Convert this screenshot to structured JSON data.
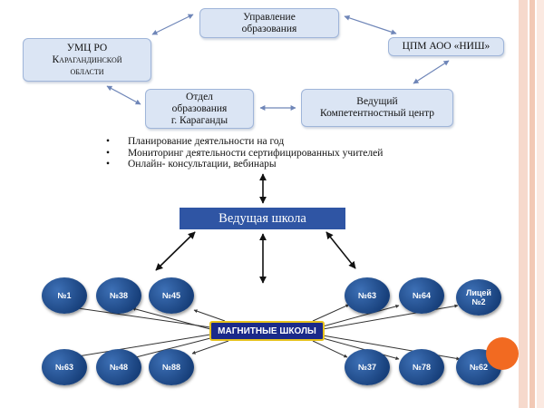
{
  "nodes": {
    "upravlenie": "Управление\nобразования",
    "umc": "УМЦ РО\nКарагандинской\nобласти",
    "cpm": "ЦПМ АОО «НИШ»",
    "otdel": "Отдел\nобразования\nг. Караганды",
    "vedushchiy": "Ведущий\nКомпетентностный центр"
  },
  "tasks": [
    "Планирование деятельности на год",
    "Мониторинг деятельности сертифицированных учителей",
    "Онлайн- консультации, вебинары"
  ],
  "lead_school": "Ведущая школа",
  "magnet_label": "МАГНИТНЫЕ ШКОЛЫ",
  "schools_top": [
    "№1",
    "№38",
    "№45",
    "№63",
    "№64",
    "Лицей\n№2"
  ],
  "schools_bottom": [
    "№63",
    "№48",
    "№88",
    "№37",
    "№78",
    "№62"
  ],
  "colors": {
    "node_fill": "#dbe5f4",
    "lead_school_fill": "#2f55a4",
    "circle_fill": "#1f4e8c",
    "magnet_fill": "#1b2a8a",
    "magnet_border": "#e7c21c",
    "accent_dot": "#f26a21"
  }
}
